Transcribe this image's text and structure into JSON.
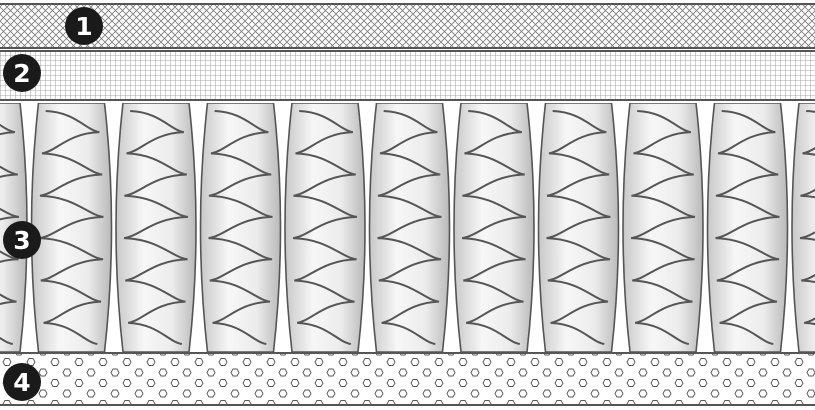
{
  "diagram": {
    "layers": [
      {
        "number": "1",
        "pattern": "crosshatch-mesh"
      },
      {
        "number": "2",
        "pattern": "square-grid"
      },
      {
        "number": "3",
        "pattern": "pocket-springs"
      },
      {
        "number": "4",
        "pattern": "hexagon-foam"
      }
    ]
  },
  "colors": {
    "outline": "#555555",
    "badge_fill": "#1a1a1a",
    "badge_text": "#ffffff",
    "pocket_fill": "#f0f0f0",
    "spring": "#555555"
  }
}
